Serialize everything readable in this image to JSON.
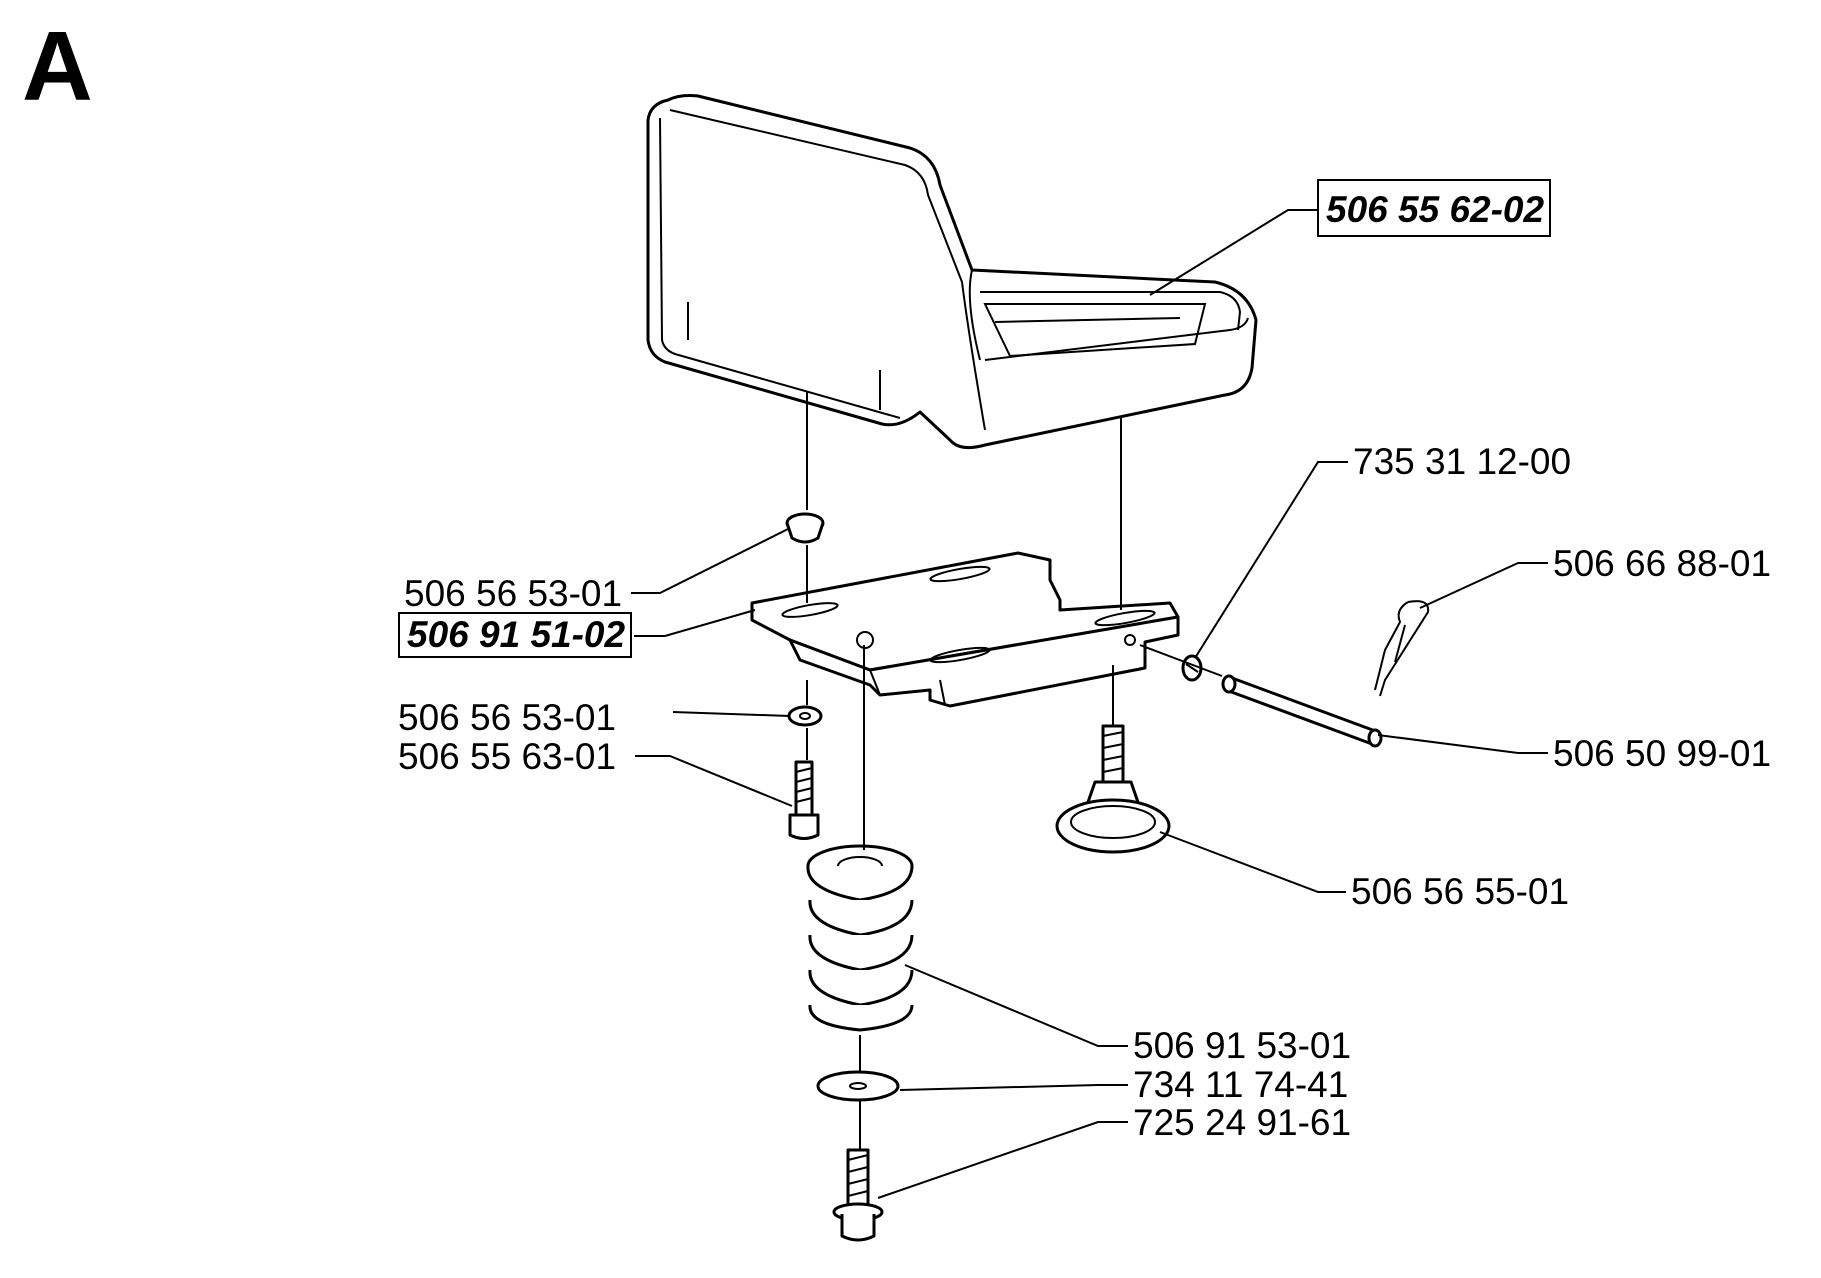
{
  "section_letter": "A",
  "callouts": {
    "seat": "506 55 62-02",
    "seat_plate": "506 91 51-02",
    "grommet": "506 56 53-01",
    "washer_small": "506 56 53-01",
    "bolt_small": "506 55 63-01",
    "clip": "735 31 12-00",
    "hair_pin": "506 66 88-01",
    "pin": "506 50 99-01",
    "adjust_knob": "506 56 55-01",
    "spring": "506 91 53-01",
    "washer_large": "734 11 74-41",
    "flange_bolt": "725 24 91-61"
  }
}
